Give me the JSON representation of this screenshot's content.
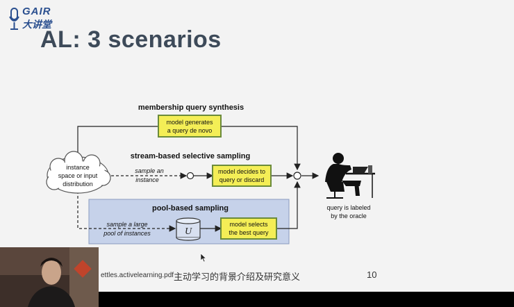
{
  "logo": {
    "brand": "GAIR",
    "sub": "大讲堂"
  },
  "slide": {
    "title": "AL: 3 scenarios"
  },
  "diagram": {
    "membership_title": "membership query synthesis",
    "membership_box": [
      "model generates",
      "a query de novo"
    ],
    "stream_title": "stream-based selective sampling",
    "stream_box": [
      "model decides to",
      "query or discard"
    ],
    "stream_edge": [
      "sample an",
      "instance"
    ],
    "cloud": [
      "instance",
      "space or input",
      "distribution"
    ],
    "pool_title": "pool-based sampling",
    "pool_edge": [
      "sample a large",
      "pool of instances"
    ],
    "pool_symbol": "U",
    "pool_box": [
      "model selects",
      "the best query"
    ],
    "oracle": [
      "query is labeled",
      "by the oracle"
    ]
  },
  "footer": {
    "file": "ettles.activelearning.pdf",
    "title": "主动学习的背景介绍及研究意义",
    "page": "10"
  },
  "colors": {
    "yellow_box": "#f4ee56",
    "pool_bg": "#c6d2ea",
    "title": "#3d4a59"
  }
}
